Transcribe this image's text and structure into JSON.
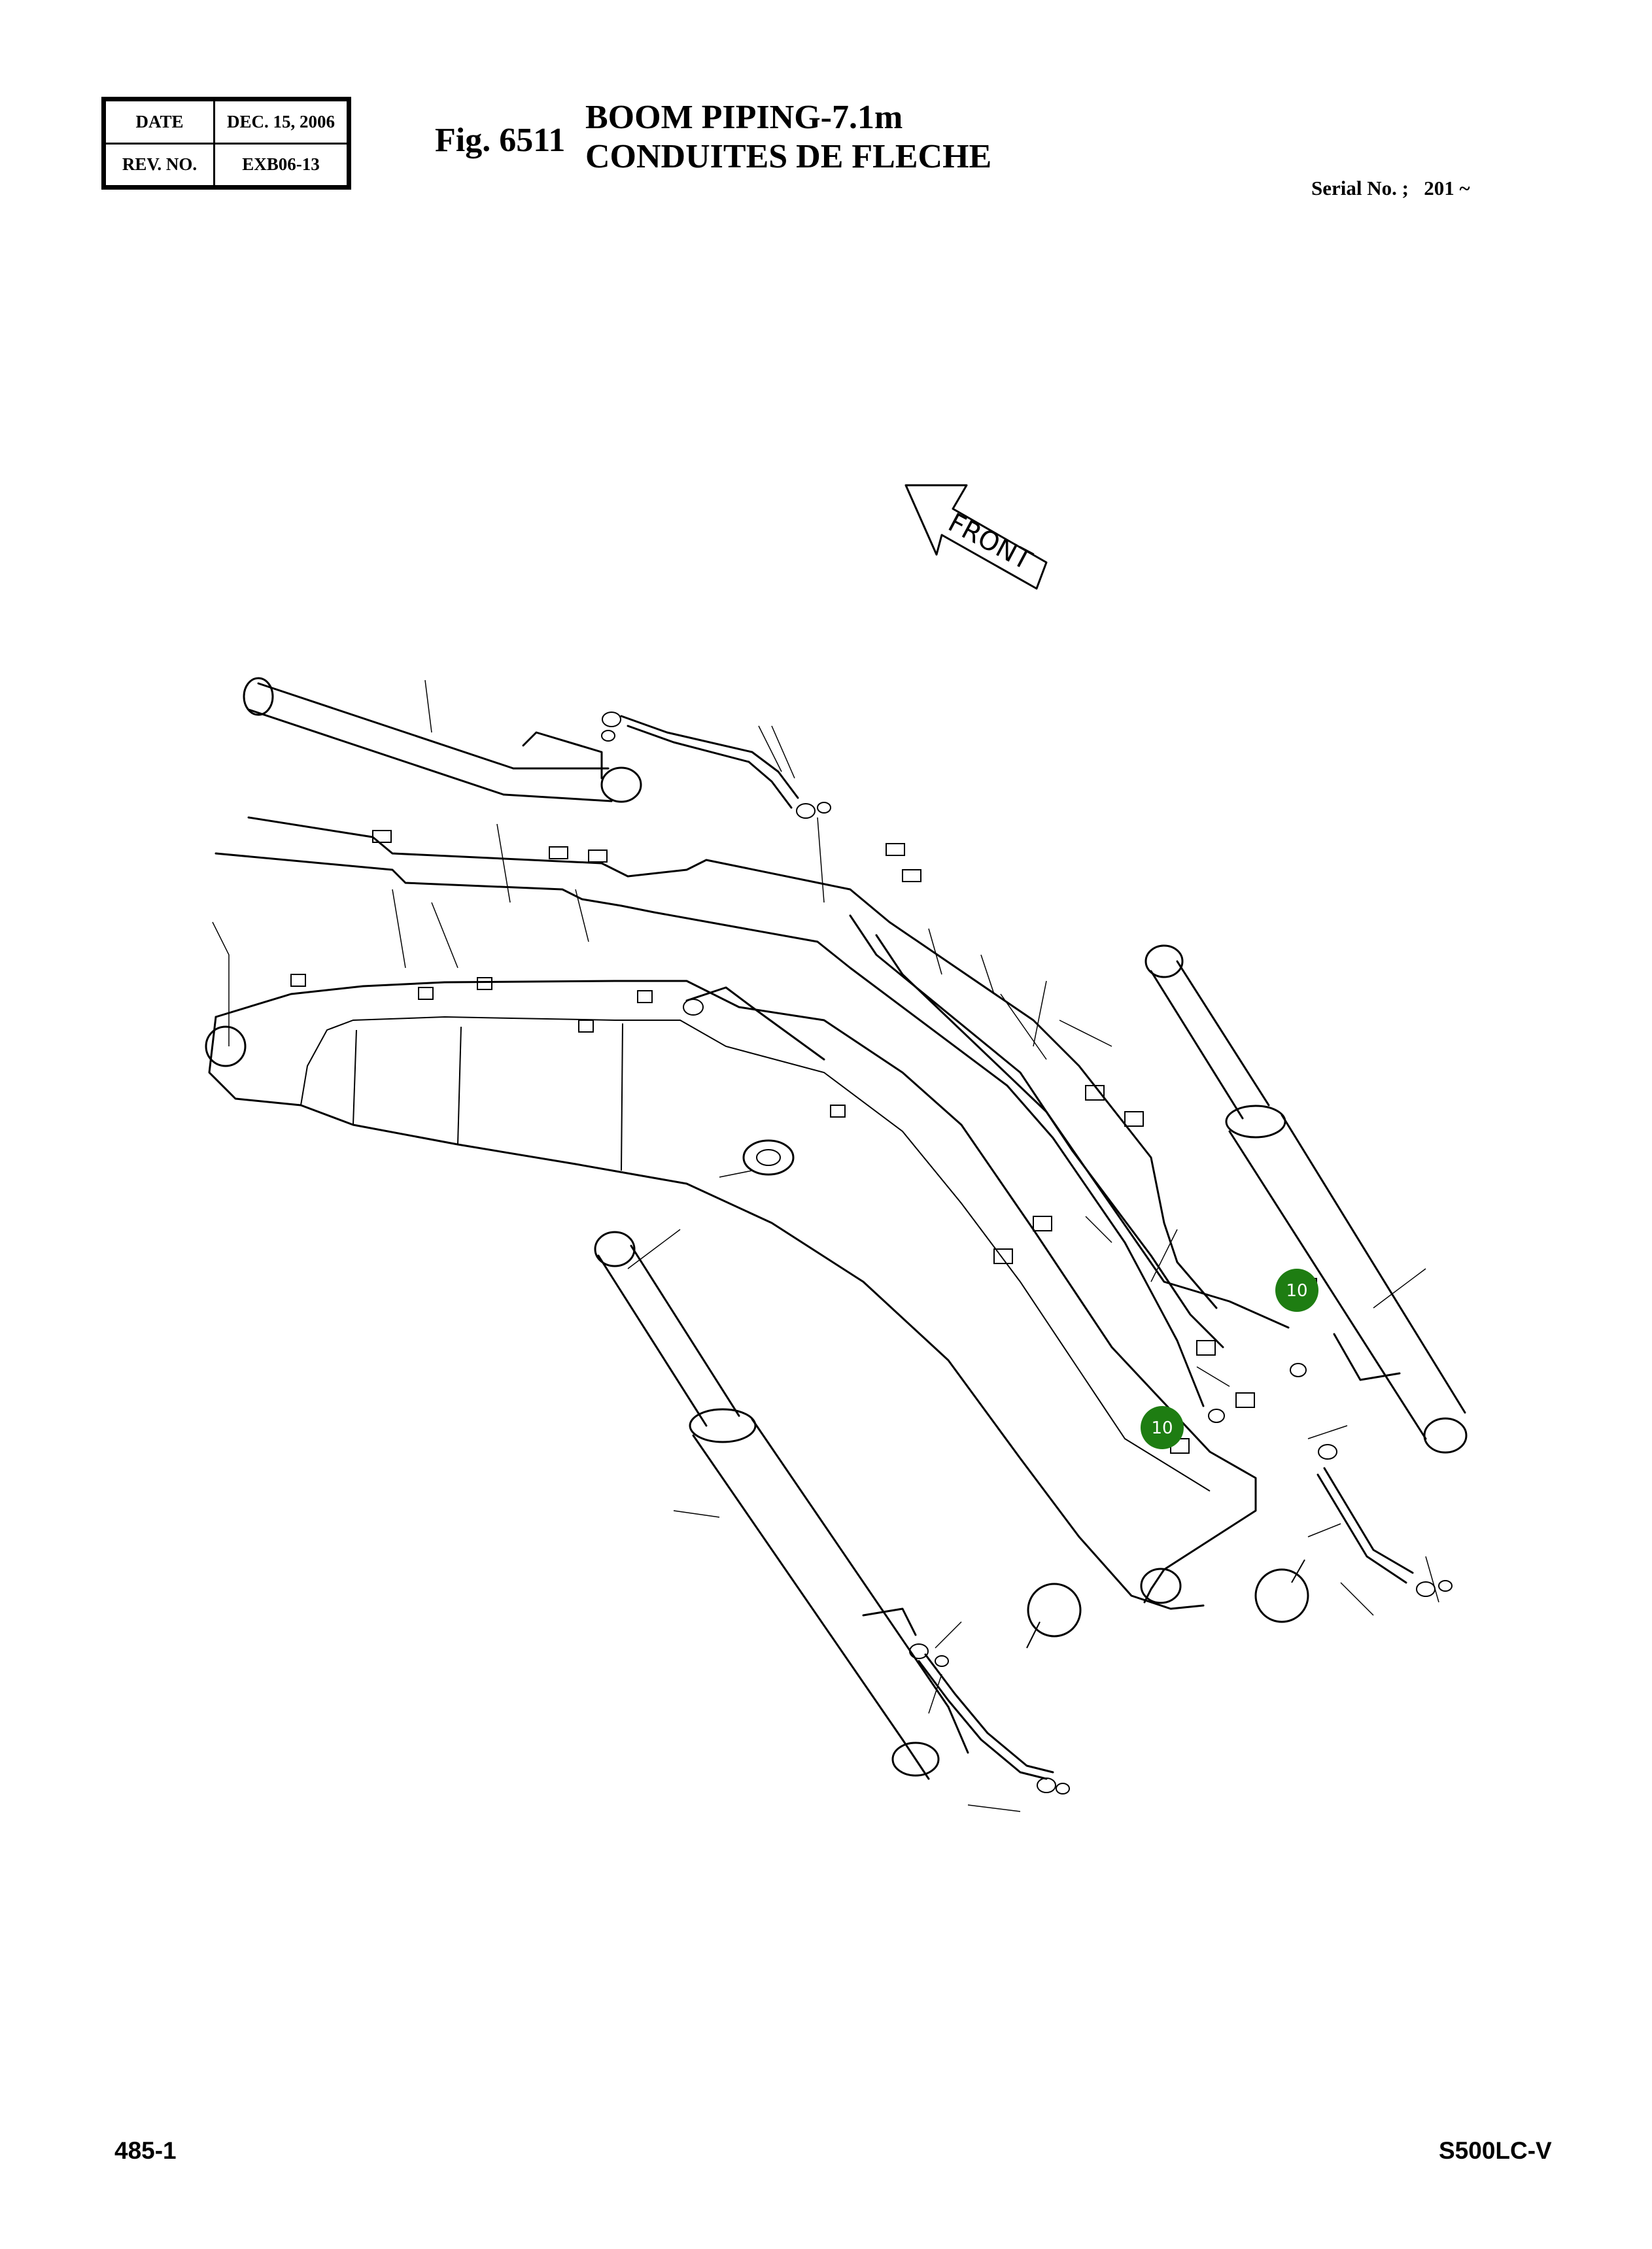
{
  "header": {
    "date_label": "DATE",
    "date_value": "DEC. 15, 2006",
    "rev_label": "REV. NO.",
    "rev_value": "EXB06-13",
    "fig_no": "Fig. 6511",
    "title_en": "BOOM PIPING-7.1m",
    "title_fr": "CONDUITES DE FLECHE",
    "serial": "Serial No. ;   201 ~"
  },
  "diagram": {
    "front_label": "FRONT",
    "callouts": [
      {
        "label": "10"
      },
      {
        "label": "10"
      }
    ],
    "callout_color": "#1e7d12"
  },
  "footer": {
    "page_no": "485-1",
    "model": "S500LC-V"
  }
}
